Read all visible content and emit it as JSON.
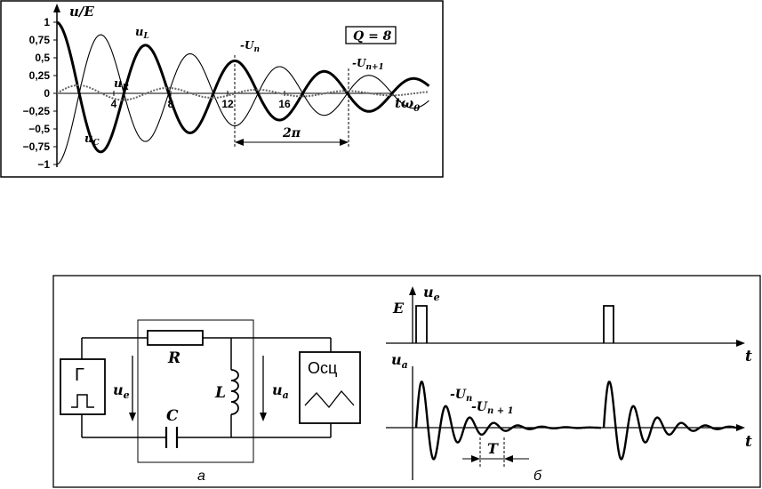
{
  "top_chart": {
    "y_axis_label": "u/E",
    "x_axis_label": "tω",
    "x_axis_sub": "0",
    "y_ticks": [
      "1",
      "0,75",
      "0,5",
      "0,25",
      "0",
      "−0,25",
      "−0,5",
      "−0,75",
      "−1"
    ],
    "x_ticks": [
      "4",
      "8",
      "12",
      "16"
    ],
    "q_label": "Q = 8",
    "curve_labels": {
      "uL": "u",
      "uL_sub": "L",
      "uR": "u",
      "uR_sub": "R",
      "uC": "u",
      "uC_sub": "C"
    },
    "annot_Un": "-U",
    "annot_Un_sub": "n",
    "annot_Un1": "-U",
    "annot_Un1_sub": "n+1",
    "period": "2π"
  },
  "circuit": {
    "generator": "Г",
    "resistor": "R",
    "capacitor": "C",
    "inductor": "L",
    "ue": "u",
    "ue_sub": "e",
    "ua": "u",
    "ua_sub": "a",
    "scope": "Осц",
    "caption": "а"
  },
  "waveforms": {
    "ue_label": "u",
    "ue_sub": "e",
    "E_label": "E",
    "t_label": "t",
    "ua_label": "u",
    "ua_sub": "a",
    "Un": "-U",
    "Un_sub": "n",
    "Un1": "-U",
    "Un1_sub": "n + 1",
    "T_label": "T",
    "caption": "б"
  }
}
